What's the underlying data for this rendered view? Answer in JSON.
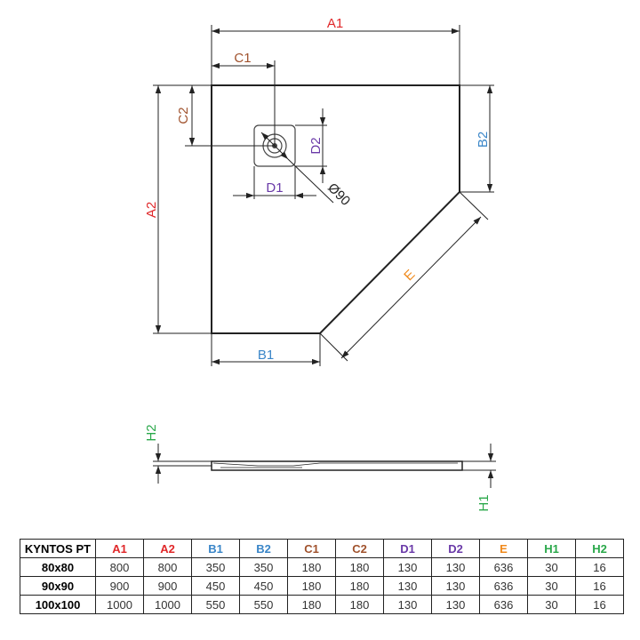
{
  "colors": {
    "A": "#e0282a",
    "B": "#3a86c8",
    "C": "#a0522d",
    "D": "#6a3aa8",
    "E": "#f08a1c",
    "H": "#2aa84a",
    "line": "#222222"
  },
  "labels": {
    "A1": "A1",
    "A2": "A2",
    "B1": "B1",
    "B2": "B2",
    "C1": "C1",
    "C2": "C2",
    "D1": "D1",
    "D2": "D2",
    "E": "E",
    "H1": "H1",
    "H2": "H2",
    "diameter": "Ø90"
  },
  "table": {
    "headers": [
      "KYNTOS PT",
      "A1",
      "A2",
      "B1",
      "B2",
      "C1",
      "C2",
      "D1",
      "D2",
      "E",
      "H1",
      "H2"
    ],
    "rows": [
      [
        "80x80",
        "800",
        "800",
        "350",
        "350",
        "180",
        "180",
        "130",
        "130",
        "636",
        "30",
        "16"
      ],
      [
        "90x90",
        "900",
        "900",
        "450",
        "450",
        "180",
        "180",
        "130",
        "130",
        "636",
        "30",
        "16"
      ],
      [
        "100x100",
        "1000",
        "1000",
        "550",
        "550",
        "180",
        "180",
        "130",
        "130",
        "636",
        "30",
        "16"
      ]
    ]
  }
}
